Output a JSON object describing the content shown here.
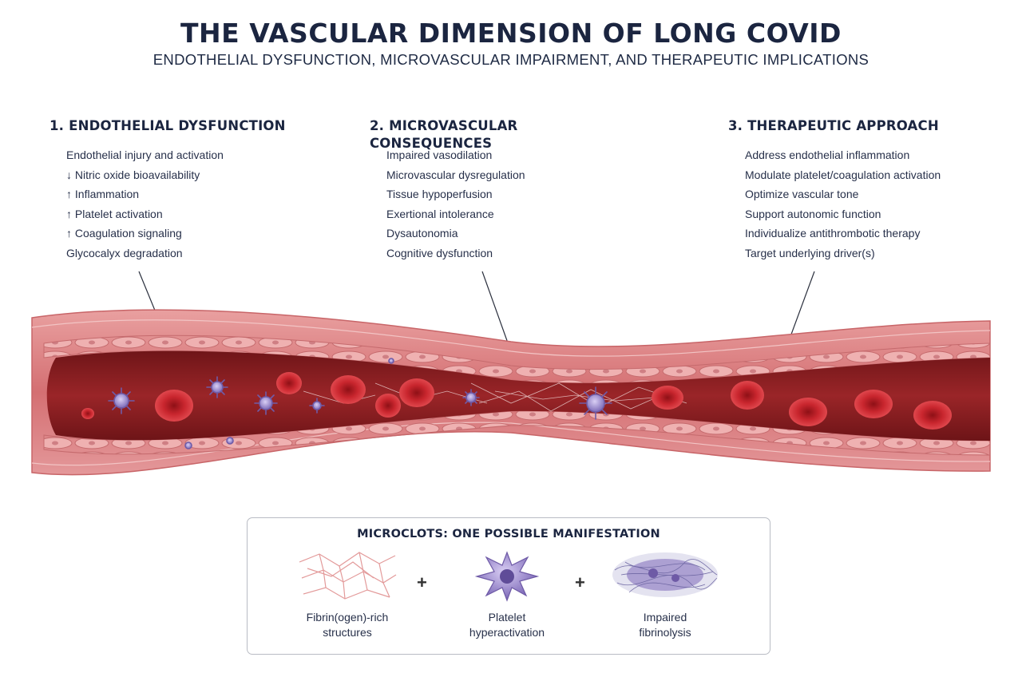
{
  "header": {
    "title": "THE VASCULAR DIMENSION OF LONG COVID",
    "subtitle": "ENDOTHELIAL DYSFUNCTION, MICROVASCULAR IMPAIRMENT, AND THERAPEUTIC IMPLICATIONS"
  },
  "columns": [
    {
      "heading": "1. ENDOTHELIAL DYSFUNCTION",
      "items": [
        "Endothelial injury and activation",
        "↓ Nitric oxide bioavailability",
        "↑ Inflammation",
        "↑ Platelet activation",
        "↑ Coagulation signaling",
        "Glycocalyx degradation"
      ]
    },
    {
      "heading": "2. MICROVASCULAR CONSEQUENCES",
      "items": [
        "Impaired vasodilation",
        "Microvascular dysregulation",
        "Tissue hypoperfusion",
        "Exertional intolerance",
        "Dysautonomia",
        "Cognitive dysfunction"
      ]
    },
    {
      "heading": "3. THERAPEUTIC APPROACH",
      "items": [
        "Address endothelial inflammation",
        "Modulate platelet/coagulation activation",
        "Optimize vascular tone",
        "Support autonomic function",
        "Individualize antithrombotic therapy",
        "Target underlying driver(s)"
      ]
    }
  ],
  "legend": {
    "title": "MICROCLOTS: ONE POSSIBLE MANIFESTATION",
    "plus": "+",
    "items": [
      {
        "label": "Fibrin(ogen)-rich\nstructures",
        "icon": "fibrin-network-icon"
      },
      {
        "label": "Platelet\nhyperactivation",
        "icon": "activated-platelet-icon"
      },
      {
        "label": "Impaired\nfibrinolysis",
        "icon": "microclot-icon"
      }
    ]
  },
  "colors": {
    "heading": "#1b2540",
    "vessel_wall": "#d9767a",
    "vessel_lumen": "#8e1f22",
    "red_blood_cell": "#c8262e",
    "platelet": "#8c7cc4",
    "fibrin": "#e9a9a9"
  }
}
